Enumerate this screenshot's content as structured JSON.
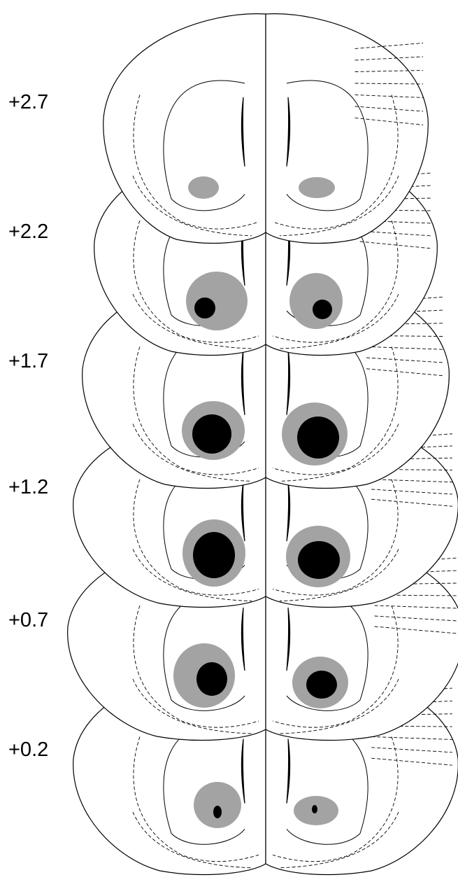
{
  "sections": [
    {
      "label": "+2.7"
    },
    {
      "label": "+2.2"
    },
    {
      "label": "+1.7"
    },
    {
      "label": "+1.2"
    },
    {
      "label": "+0.7"
    },
    {
      "label": "+0.2"
    }
  ],
  "colors": {
    "outline": "#000000",
    "lesion_outer": "#a3a3a3",
    "lesion_core": "#000000",
    "background": "#ffffff"
  }
}
